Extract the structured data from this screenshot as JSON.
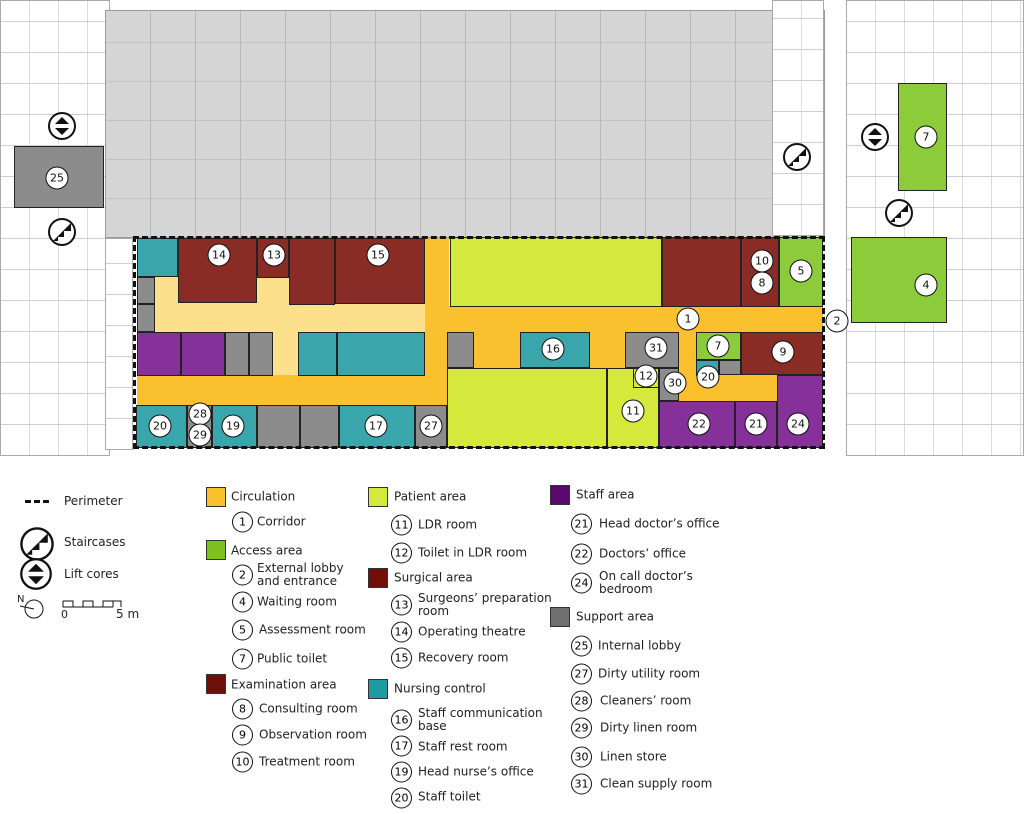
{
  "plan": {
    "rooms": {
      "r1": "1",
      "r2": "2",
      "r4": "4",
      "r5": "5",
      "r7a": "7",
      "r7b": "7",
      "r8": "8",
      "r9": "9",
      "r10": "10",
      "r11": "11",
      "r12": "12",
      "r13": "13",
      "r14": "14",
      "r15": "15",
      "r16": "16",
      "r17": "17",
      "r19": "19",
      "r20a": "20",
      "r20b": "20",
      "r21": "21",
      "r22": "22",
      "r24": "24",
      "r25": "25",
      "r27": "27",
      "r28": "28",
      "r29": "29",
      "r30": "30",
      "r31": "31"
    }
  },
  "colors": {
    "circulation": "#fbc02d",
    "access": "#7cc11f",
    "examination": "#6e0f0a",
    "patient": "#d5e83c",
    "surgical": "#6e0f0a",
    "nursing": "#1f9aa0",
    "staff": "#5a0a6e",
    "support": "#6f6f6f"
  },
  "legend": {
    "symbols": {
      "perimeter": "Perimeter",
      "staircases": "Staircases",
      "lift_cores": "Lift cores",
      "north": "N",
      "scale_start": "0",
      "scale_end": "5 m"
    },
    "circulation": {
      "title": "Circulation",
      "items": [
        {
          "n": "1",
          "label": "Corridor"
        }
      ]
    },
    "access": {
      "title": "Access area",
      "items": [
        {
          "n": "2",
          "label": "External lobby and entrance"
        },
        {
          "n": "4",
          "label": "Waiting room"
        },
        {
          "n": "5",
          "label": "Assessment room"
        },
        {
          "n": "7",
          "label": "Public toilet"
        }
      ]
    },
    "examination": {
      "title": "Examination area",
      "items": [
        {
          "n": "8",
          "label": "Consulting room"
        },
        {
          "n": "9",
          "label": "Observation room"
        },
        {
          "n": "10",
          "label": "Treatment room"
        }
      ]
    },
    "patient": {
      "title": "Patient area",
      "items": [
        {
          "n": "11",
          "label": "LDR room"
        },
        {
          "n": "12",
          "label": "Toilet in LDR room"
        }
      ]
    },
    "surgical": {
      "title": "Surgical area",
      "items": [
        {
          "n": "13",
          "label": "Surgeons’ preparation room"
        },
        {
          "n": "14",
          "label": "Operating theatre"
        },
        {
          "n": "15",
          "label": "Recovery room"
        }
      ]
    },
    "nursing": {
      "title": "Nursing control",
      "items": [
        {
          "n": "16",
          "label": "Staff communication base"
        },
        {
          "n": "17",
          "label": "Staff rest room"
        },
        {
          "n": "19",
          "label": "Head nurse’s office"
        },
        {
          "n": "20",
          "label": "Staff toilet"
        }
      ]
    },
    "staff": {
      "title": "Staff area",
      "items": [
        {
          "n": "21",
          "label": "Head doctor’s office"
        },
        {
          "n": "22",
          "label": "Doctors’ office"
        },
        {
          "n": "24",
          "label": "On call doctor’s bedroom"
        }
      ]
    },
    "support": {
      "title": "Support area",
      "items": [
        {
          "n": "25",
          "label": "Internal lobby"
        },
        {
          "n": "27",
          "label": "Dirty utility room"
        },
        {
          "n": "28",
          "label": "Cleaners’ room"
        },
        {
          "n": "29",
          "label": "Dirty linen room"
        },
        {
          "n": "30",
          "label": "Linen store"
        },
        {
          "n": "31",
          "label": "Clean supply room"
        }
      ]
    }
  }
}
